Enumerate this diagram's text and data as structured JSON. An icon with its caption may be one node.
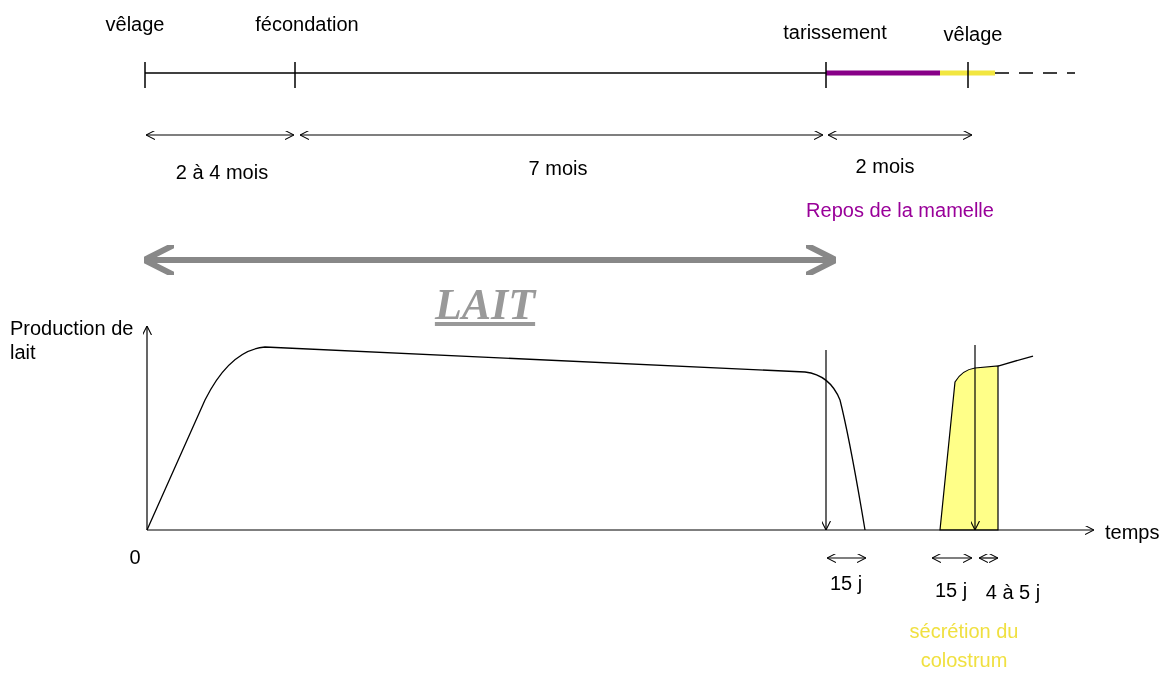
{
  "diagram": {
    "labels": [
      "vêlage",
      "fécondation",
      "tarissement",
      "vêlage",
      "2 à 4 mois",
      "7 mois",
      "2 mois",
      "Repos de la mamelle",
      "LAIT",
      "Production de lait",
      "temps",
      "0",
      "15 j",
      "15 j",
      "4 à 5 j",
      "sécrétion du colostrum"
    ]
  }
}
